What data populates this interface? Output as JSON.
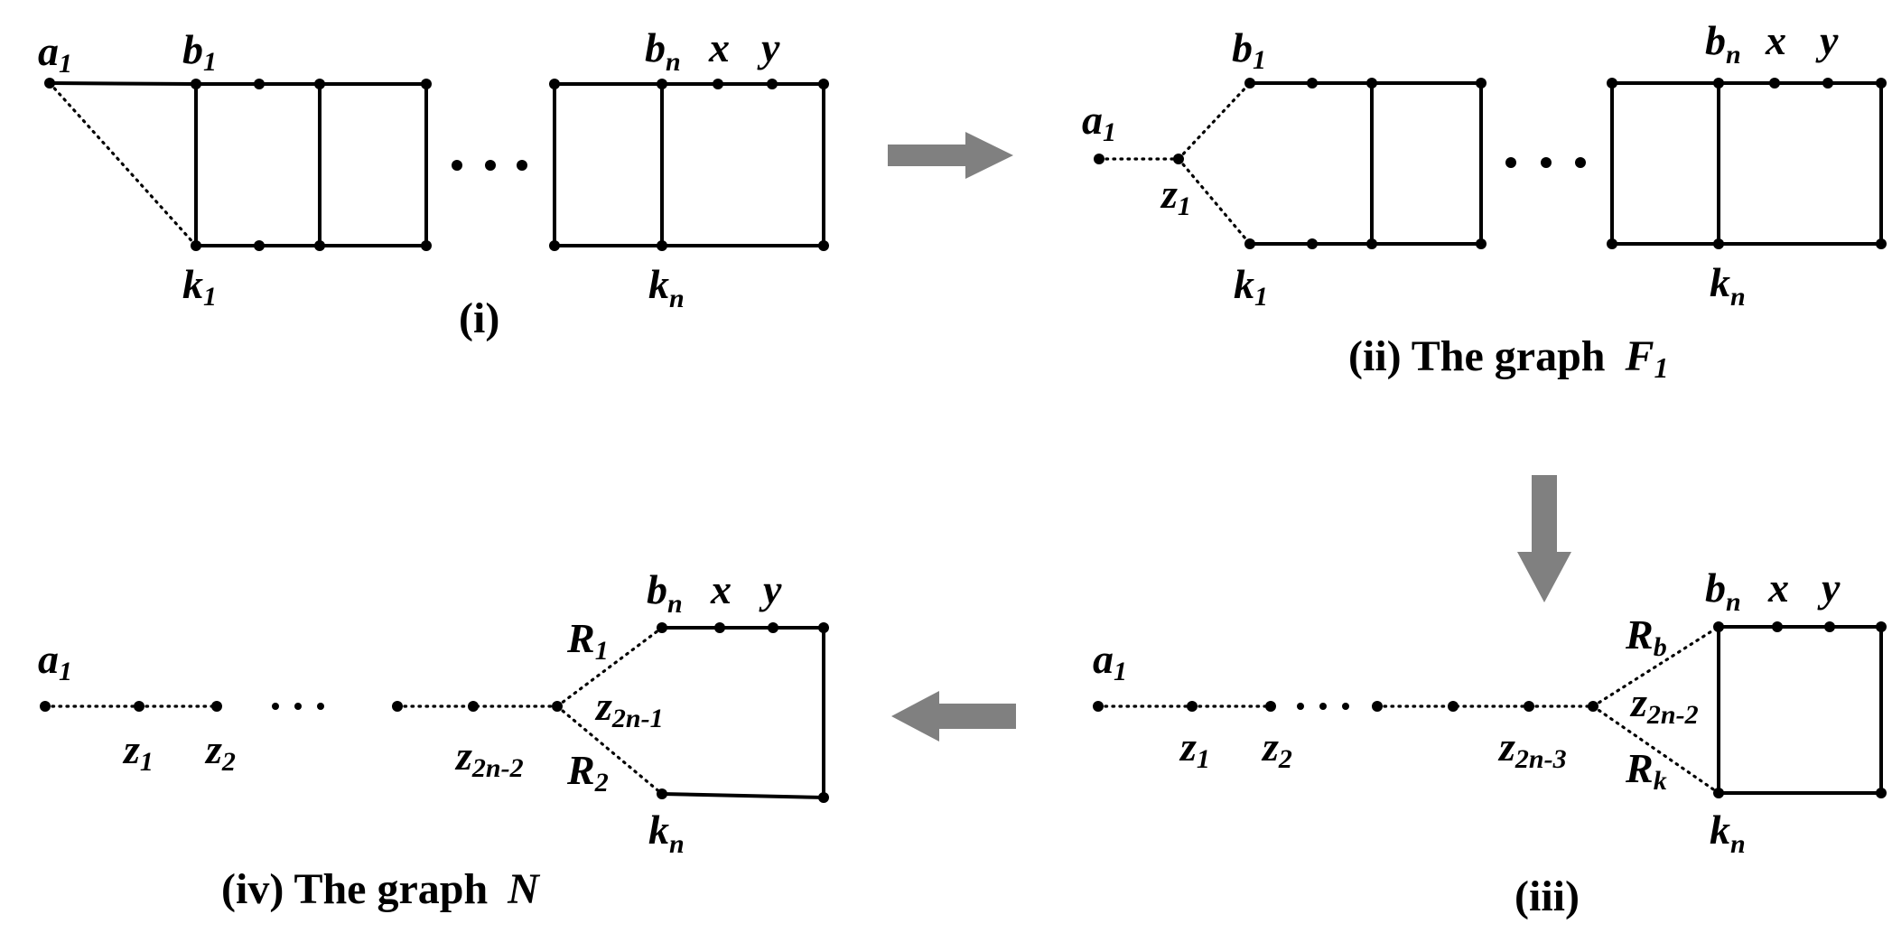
{
  "labels": {
    "a": "a",
    "b": "b",
    "k": "k",
    "x": "x",
    "y": "y",
    "z": "z",
    "R": "R",
    "sub_1": "1",
    "sub_2": "2",
    "sub_n": "n",
    "sub_b": "b",
    "sub_k": "k",
    "sub_2n_1": "2n-1",
    "sub_2n_2": "2n-2",
    "sub_2n_3": "2n-3"
  },
  "panels": {
    "i": {
      "caption": "(i)"
    },
    "ii": {
      "caption_prefix": "(ii) The graph",
      "graph_letter": "F",
      "graph_sub": "1"
    },
    "iii": {
      "caption": "(iii)"
    },
    "iv": {
      "caption_prefix": "(iv) The graph",
      "graph_letter": "N"
    }
  },
  "arrows": [
    {
      "from": "i",
      "to": "ii",
      "direction": "right"
    },
    {
      "from": "ii",
      "to": "iii",
      "direction": "down"
    },
    {
      "from": "iii",
      "to": "iv",
      "direction": "left"
    }
  ],
  "colors": {
    "arrow": "#808080",
    "stroke": "#000000"
  }
}
